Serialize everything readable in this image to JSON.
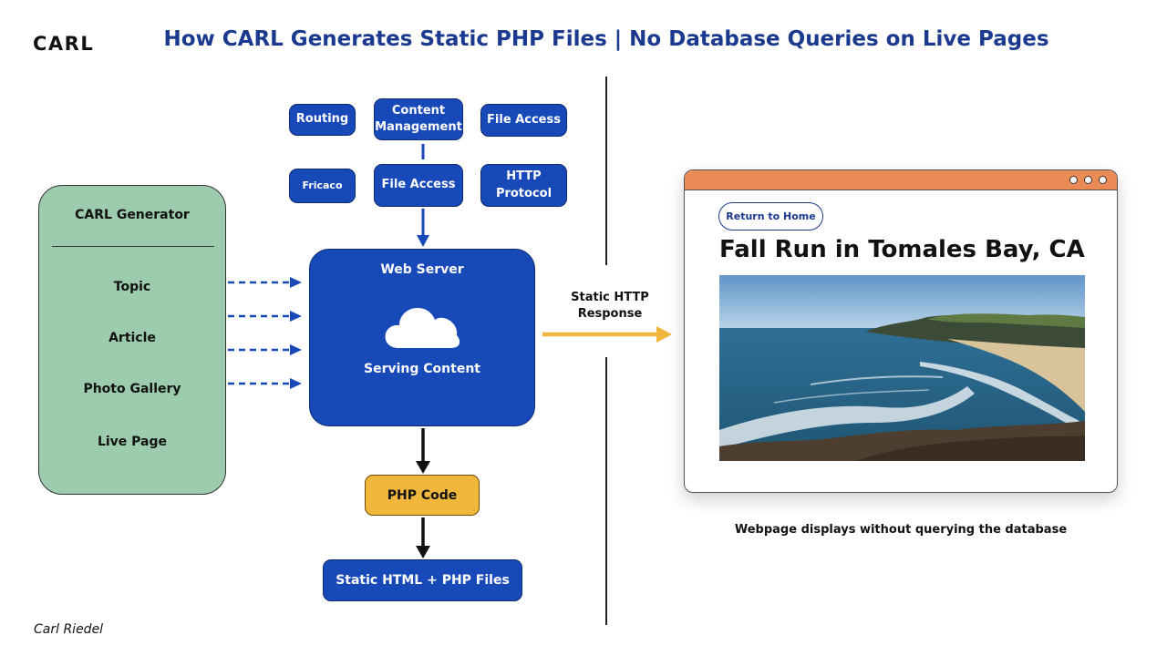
{
  "header": {
    "logo": "CARL",
    "title": "How CARL Generates Static PHP Files | No Database Queries on Live Pages"
  },
  "generator": {
    "title": "CARL Generator",
    "items": [
      "Topic",
      "Article",
      "Photo Gallery",
      "Live Page"
    ]
  },
  "modules": {
    "row1": [
      "Routing",
      "Content Management",
      "File Access"
    ],
    "row2": [
      "Fricaco",
      "File Access",
      "HTTP Protocol"
    ]
  },
  "server": {
    "title": "Web Server",
    "subtitle": "Serving Content"
  },
  "pipeline": {
    "php": "PHP Code",
    "output": "Static HTML + PHP Files"
  },
  "response_label": "Static HTTP Response",
  "browser": {
    "button": "Return to Home",
    "page_title": "Fall Run in Tomales Bay, CA"
  },
  "caption": "Webpage displays without querying the database",
  "credit": "Carl Riedel",
  "colors": {
    "primary_blue": "#1849b9",
    "title_blue": "#1b3a8f",
    "generator_green": "#9ccbae",
    "php_yellow": "#f0b73c",
    "response_arrow": "#f0b73c",
    "browser_bar": "#ec8a55"
  }
}
